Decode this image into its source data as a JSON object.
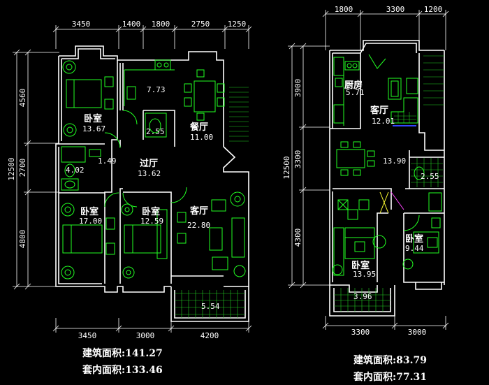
{
  "plan_a": {
    "top_dims": [
      "3450",
      "1400",
      "1800",
      "2750",
      "1250"
    ],
    "bottom_dims": [
      "3450",
      "3000",
      "4200"
    ],
    "left_total": "12500",
    "left_dims": [
      "4560",
      "2700",
      "4800"
    ],
    "rooms": [
      {
        "name": "卧室",
        "area": "13.67"
      },
      {
        "name": "",
        "area": "7.73"
      },
      {
        "name": "",
        "area": "2.55"
      },
      {
        "name": "餐厅",
        "area": "11.00"
      },
      {
        "name": "",
        "area": "4.02"
      },
      {
        "name": "",
        "area": "1.49"
      },
      {
        "name": "过厅",
        "area": "13.62"
      },
      {
        "name": "卧室",
        "area": "17.00"
      },
      {
        "name": "卧室",
        "area": "12.59"
      },
      {
        "name": "客厅",
        "area": "22.80"
      },
      {
        "name": "",
        "area": "5.54"
      }
    ],
    "building_area": "建筑面积:141.27",
    "inner_area": "套内面积:133.46"
  },
  "plan_b": {
    "top_dims": [
      "1800",
      "3300",
      "1200"
    ],
    "bottom_dims": [
      "3300",
      "3000"
    ],
    "left_total": "12500",
    "left_dims": [
      "3900",
      "3300",
      "4300"
    ],
    "rooms": [
      {
        "name": "厨房",
        "area": "5.71"
      },
      {
        "name": "客厅",
        "area": "12.01"
      },
      {
        "name": "",
        "area": "13.90"
      },
      {
        "name": "",
        "area": "2.55"
      },
      {
        "name": "卧室",
        "area": "9.44"
      },
      {
        "name": "卧室",
        "area": "13.95"
      },
      {
        "name": "",
        "area": "3.96"
      }
    ],
    "building_area": "建筑面积:83.79",
    "inner_area": "套内面积:77.31"
  }
}
